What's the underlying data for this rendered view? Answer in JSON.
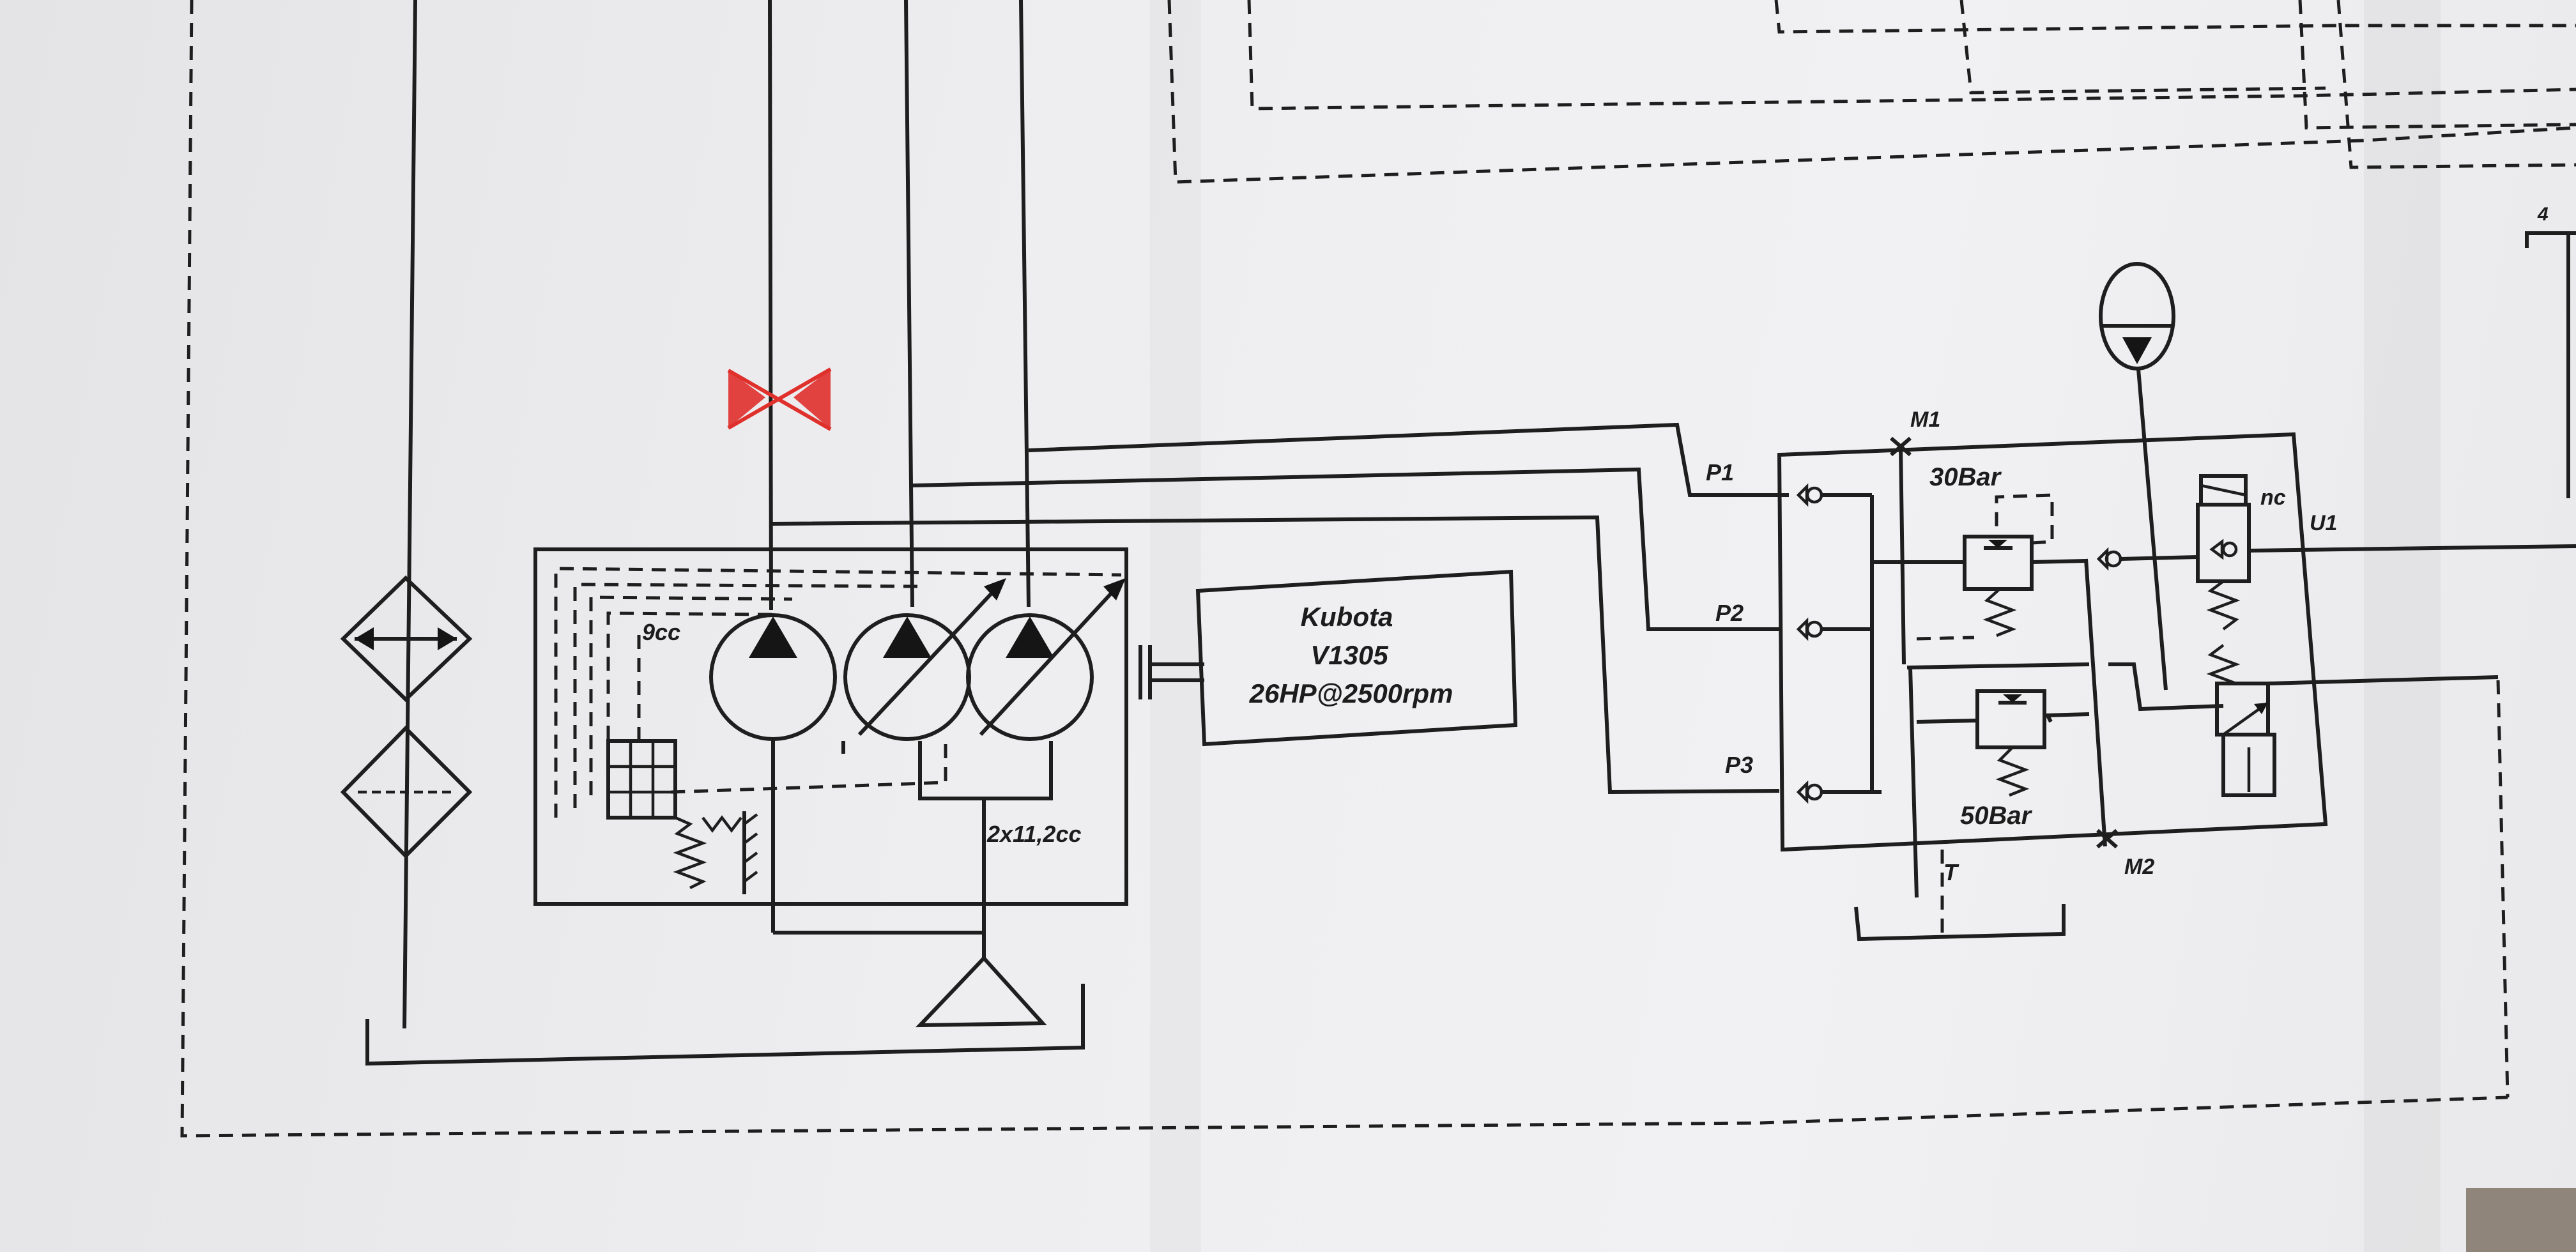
{
  "diagram": {
    "pump_small_label": "9cc",
    "pump_pair_label": "2x11,2cc",
    "engine": {
      "line1": "Kubota",
      "line2": "V1305",
      "line3": "26HP@2500rpm"
    },
    "ports": {
      "p1": "P1",
      "p2": "P2",
      "p3": "P3",
      "m1": "M1",
      "m2": "M2",
      "t": "T",
      "u1": "U1"
    },
    "relief_upper": "30Bar",
    "relief_lower": "50Bar",
    "valve_state": "nc",
    "corner_number": "4",
    "marker_color": "#e0302c"
  }
}
